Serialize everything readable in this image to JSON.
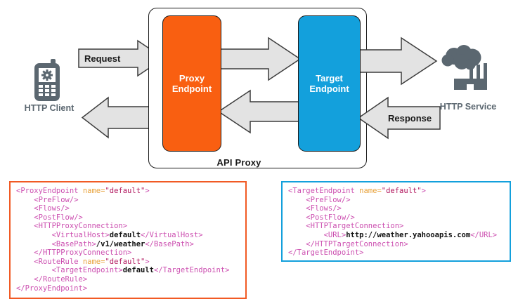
{
  "diagram": {
    "container_label": "API Proxy",
    "proxy_endpoint_line1": "Proxy",
    "proxy_endpoint_line2": "Endpoint",
    "target_endpoint_line1": "Target",
    "target_endpoint_line2": "Endpoint",
    "client_label_line1": "HTTP",
    "client_label_line2": "Client",
    "service_label_line1": "HTTP",
    "service_label_line2": "Service",
    "request_label": "Request",
    "response_label": "Response",
    "colors": {
      "proxy_endpoint": "#f95f11",
      "target_endpoint": "#13a0dc",
      "arrow_fill": "#e3e3e3",
      "arrow_stroke": "#3c3c3c",
      "icon": "#5b6770",
      "proxy_xml_border": "#f15a24",
      "target_xml_border": "#13a0dc"
    },
    "icons": {
      "client": "mobile-phone-gear-icon",
      "service": "factory-cloud-icon"
    }
  },
  "code_blocks": {
    "proxy_endpoint_xml": {
      "border_color": "#f15a24",
      "lines": [
        "<ProxyEndpoint name=\"default\">",
        "    <PreFlow/>",
        "    <Flows/>",
        "    <PostFlow/>",
        "    <HTTPProxyConnection>",
        "        <VirtualHost>default</VirtualHost>",
        "        <BasePath>/v1/weather</BasePath>",
        "    </HTTPProxyConnection>",
        "    <RouteRule name=\"default\">",
        "        <TargetEndpoint>default</TargetEndpoint>",
        "    </RouteRule>",
        "</ProxyEndpoint>"
      ]
    },
    "target_endpoint_xml": {
      "border_color": "#13a0dc",
      "lines": [
        "<TargetEndpoint name=\"default\">",
        "    <PreFlow/>",
        "    <Flows/>",
        "    <PostFlow/>",
        "    <HTTPTargetConnection>",
        "        <URL>http://weather.yahooapis.com</URL>",
        "    </HTTPTargetConnection>",
        "</TargetEndpoint>"
      ]
    }
  }
}
